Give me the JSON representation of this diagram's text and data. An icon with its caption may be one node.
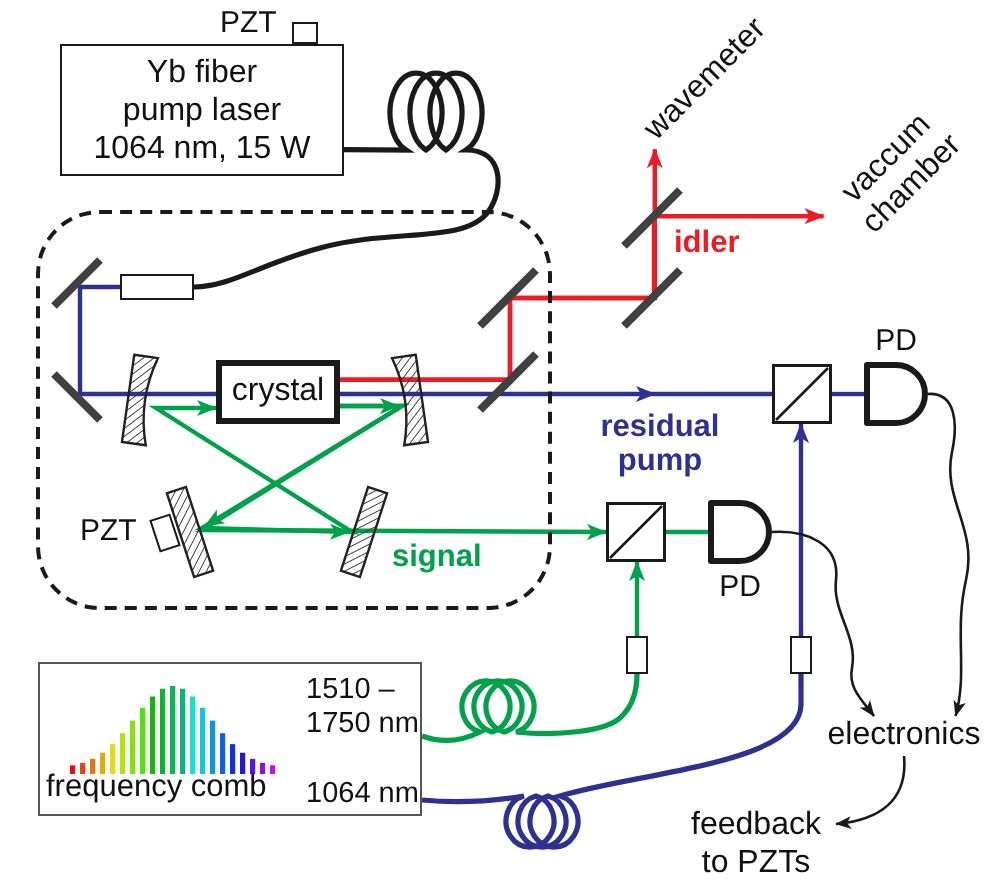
{
  "diagram": {
    "nodes": [
      {
        "text": [
          "Yb fiber pump laser",
          "1064 nm, 15 W"
        ]
      },
      {
        "text": [
          "PZT"
        ]
      },
      {
        "text": [
          "wavemeter"
        ]
      },
      {
        "text": [
          "vaccum chamber"
        ]
      },
      {
        "text": [],
        "shape": "box"
      },
      {
        "text": [],
        "shape": "box",
        "in": 4
      },
      {
        "text": [
          "crystal"
        ],
        "in": 4
      },
      {
        "text": [
          "PZT"
        ],
        "in": 4
      },
      {
        "text": [
          "PD"
        ]
      },
      {
        "text": [],
        "shape": "box"
      },
      {
        "text": [],
        "shape": "box"
      },
      {
        "text": [
          "PD"
        ]
      },
      {
        "text": [
          "frequency comb",
          "1510 – 1750 nm",
          "1064 nm"
        ]
      },
      {
        "text": [],
        "shape": "box"
      },
      {
        "text": [],
        "shape": "box"
      },
      {
        "text": [
          "electronics"
        ]
      },
      {
        "text": [
          "feedback to PZTs"
        ]
      }
    ],
    "edges": [
      {
        "from": 0,
        "to": 5,
        "arrow": "none",
        "color": "#1a1a1a"
      },
      {
        "from": 5,
        "to": 6,
        "arrow": "none",
        "color": "#2e3192"
      },
      {
        "from": 6,
        "to": 2,
        "arrow": "to",
        "color": "#ed1c24"
      },
      {
        "from": 6,
        "to": 3,
        "arrow": "to",
        "color": "#ed1c24"
      },
      {
        "from": 6,
        "to": 9,
        "arrow": "to",
        "color": "#2e3192"
      },
      {
        "from": 9,
        "to": 8,
        "arrow": "none",
        "color": "#2e3192"
      },
      {
        "from": 6,
        "to": 6,
        "arrow": "to",
        "color": "#00a14b"
      },
      {
        "from": 6,
        "to": 10,
        "arrow": "to",
        "color": "#00a14b"
      },
      {
        "from": 10,
        "to": 11,
        "arrow": "none",
        "color": "#00a14b"
      },
      {
        "from": 12,
        "to": 13,
        "arrow": "none",
        "color": "#00a14b"
      },
      {
        "from": 13,
        "to": 10,
        "arrow": "to",
        "color": "#00a14b"
      },
      {
        "from": 12,
        "to": 14,
        "arrow": "none",
        "color": "#2e3192"
      },
      {
        "from": 14,
        "to": 9,
        "arrow": "to",
        "color": "#2e3192"
      },
      {
        "from": 8,
        "to": 15,
        "arrow": "to",
        "color": "#1a1a1a"
      },
      {
        "from": 11,
        "to": 15,
        "arrow": "to",
        "color": "#1a1a1a"
      },
      {
        "from": 15,
        "to": 16,
        "arrow": "to",
        "color": "#1a1a1a"
      }
    ],
    "labels": [
      "idler",
      "residual pump",
      "signal"
    ]
  }
}
